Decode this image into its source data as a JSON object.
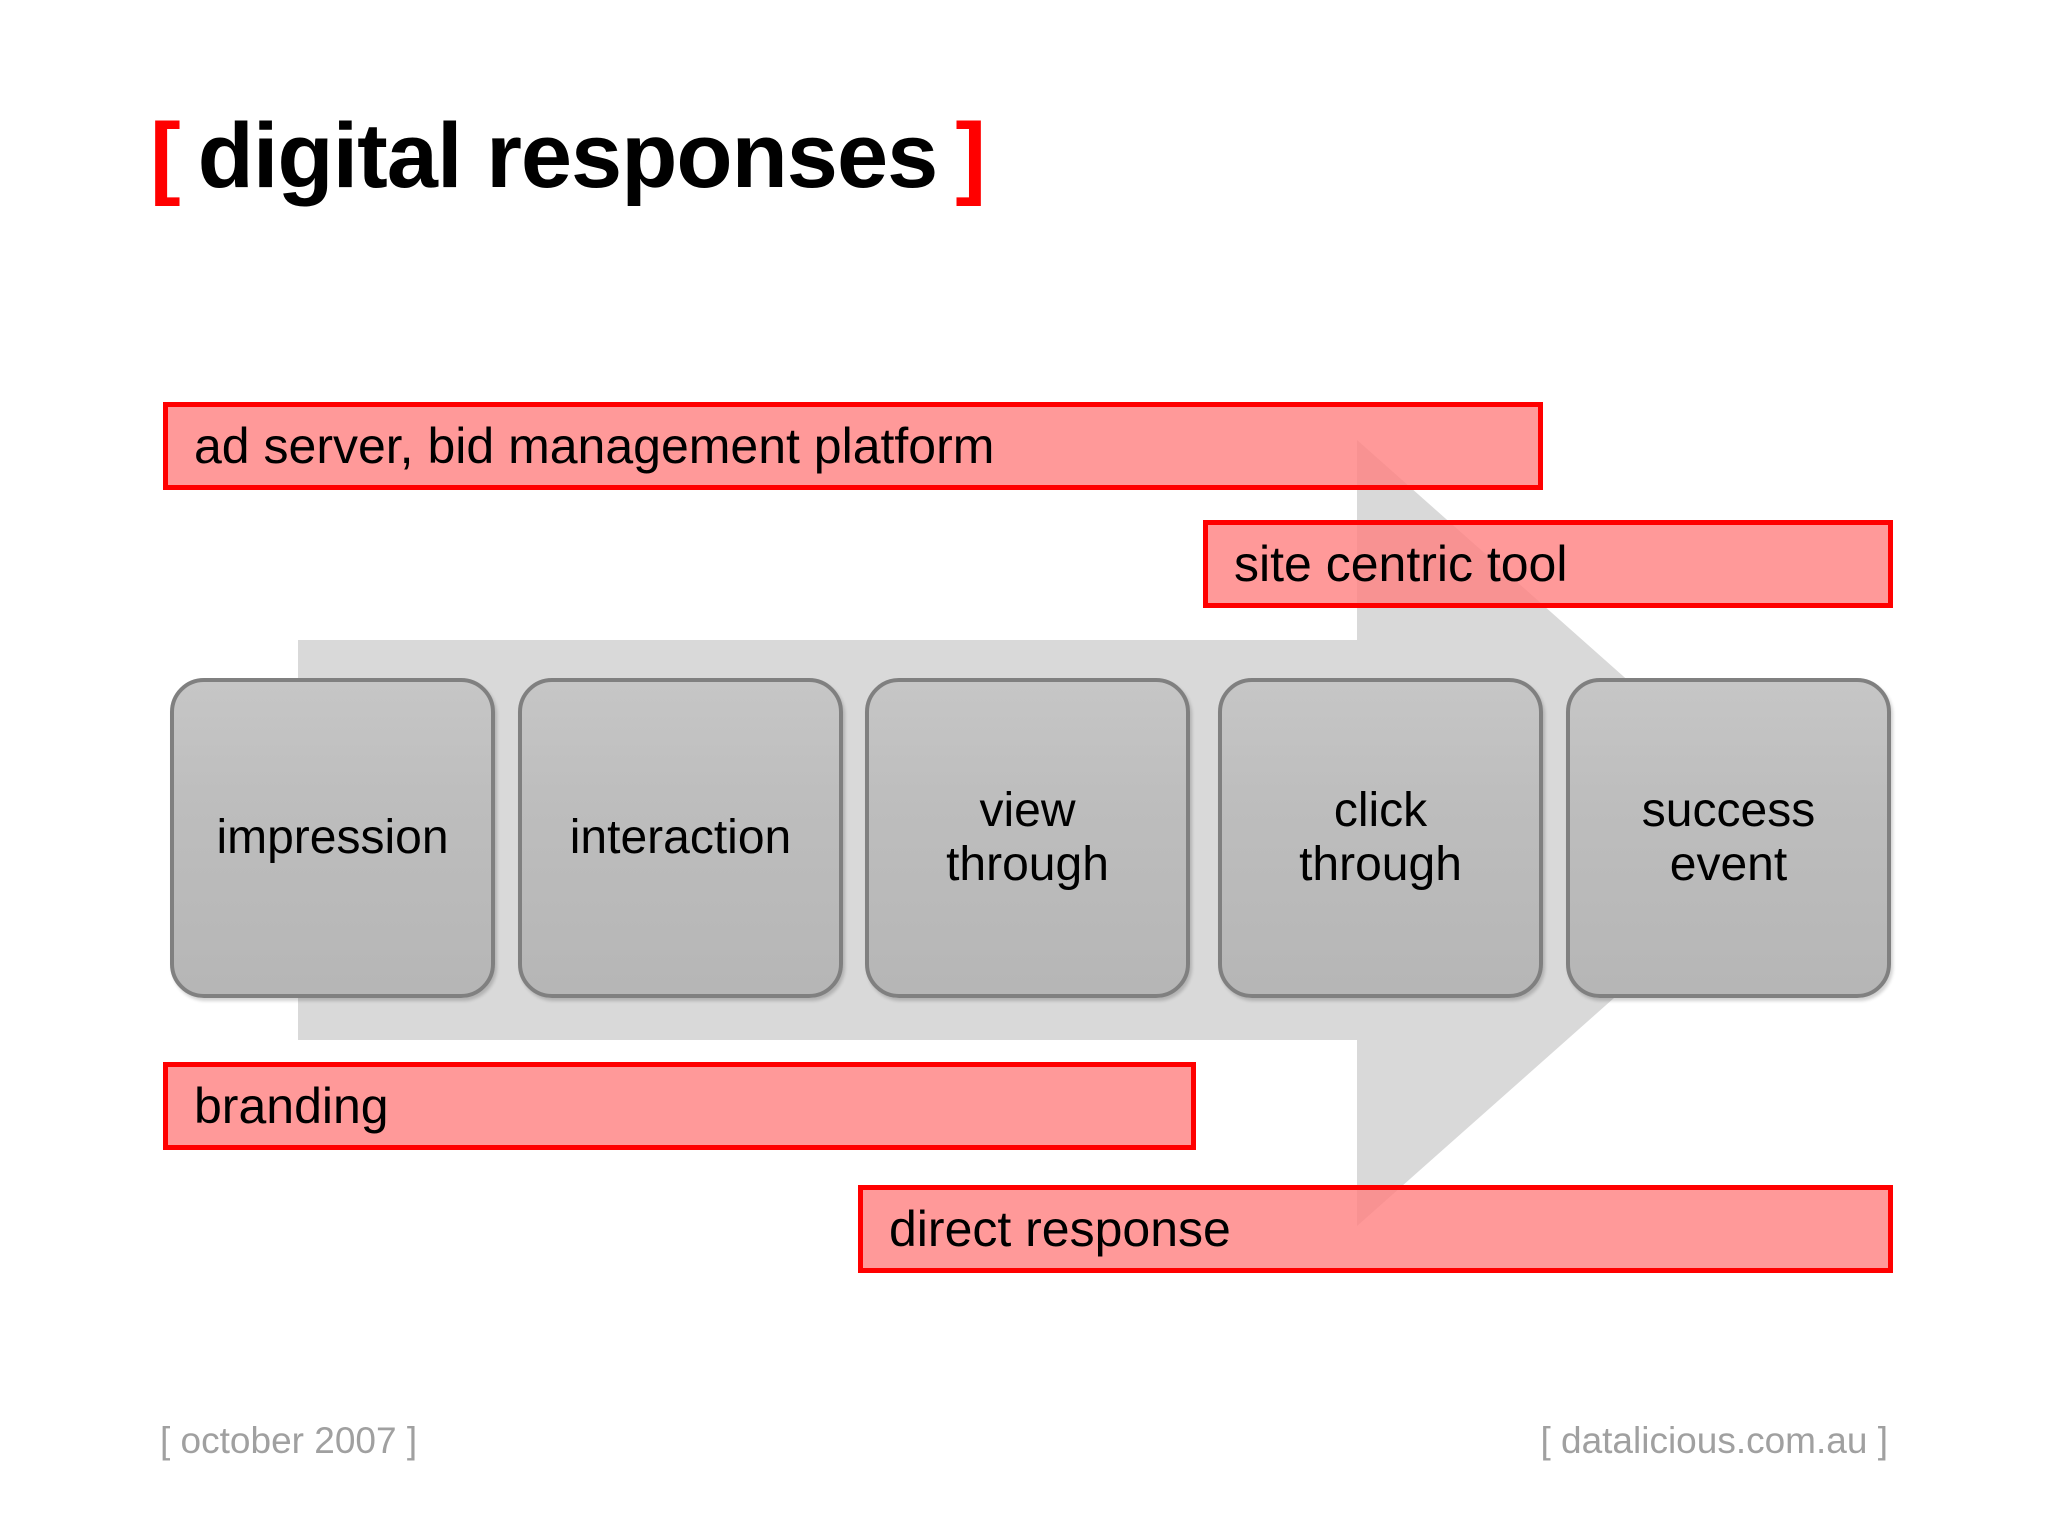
{
  "slide": {
    "title": {
      "bracket_left": "[",
      "text": "digital responses",
      "bracket_right": "]"
    },
    "colors": {
      "bracket_red": "#ff0000",
      "bar_border": "#ff0000",
      "bar_fill": "#ff8080",
      "box_fill": "#bdbdbd",
      "box_border": "#808080",
      "arrow_fill": "#d9d9d9",
      "footer_gray": "#a0a0a0",
      "background": "#ffffff"
    }
  },
  "stages": [
    {
      "label": "impression",
      "lines": [
        "impression"
      ]
    },
    {
      "label": "interaction",
      "lines": [
        "interaction"
      ]
    },
    {
      "label": "view through",
      "lines": [
        "view",
        "through"
      ]
    },
    {
      "label": "click through",
      "lines": [
        "click",
        "through"
      ]
    },
    {
      "label": "success event",
      "lines": [
        "success",
        "event"
      ]
    }
  ],
  "annotations": {
    "top": [
      {
        "label": "ad server, bid management platform"
      },
      {
        "label": "site centric tool"
      }
    ],
    "bottom": [
      {
        "label": "branding"
      },
      {
        "label": "direct response"
      }
    ]
  },
  "footer": {
    "left": "[ october 2007 ]",
    "right": "[ datalicious.com.au ]"
  }
}
